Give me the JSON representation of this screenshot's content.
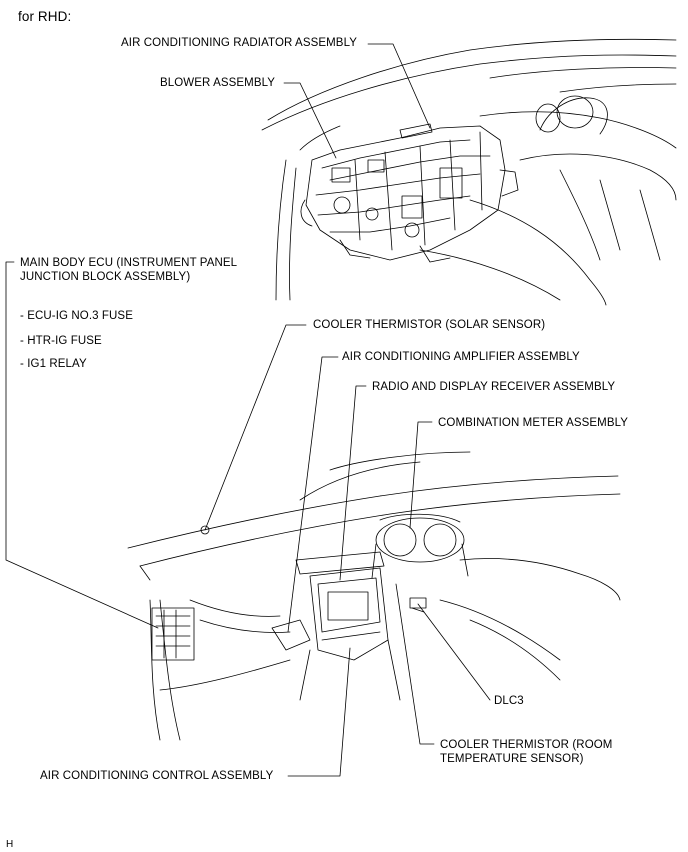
{
  "header": {
    "label": "for RHD:"
  },
  "labels": {
    "ac_radiator": "AIR CONDITIONING RADIATOR ASSEMBLY",
    "blower": "BLOWER ASSEMBLY",
    "main_body_ecu_l1": "MAIN BODY ECU (INSTRUMENT PANEL",
    "main_body_ecu_l2": "JUNCTION BLOCK ASSEMBLY)",
    "fuse_ecu_ig3": "- ECU-IG NO.3 FUSE",
    "fuse_htr_ig": "- HTR-IG FUSE",
    "ig1_relay": "- IG1 RELAY",
    "cooler_thermistor_solar": "COOLER THERMISTOR (SOLAR SENSOR)",
    "ac_amplifier": "AIR CONDITIONING AMPLIFIER ASSEMBLY",
    "radio_display": "RADIO AND DISPLAY RECEIVER ASSEMBLY",
    "combination_meter": "COMBINATION METER ASSEMBLY",
    "dlc3": "DLC3",
    "cooler_thermistor_room_l1": "COOLER THERMISTOR (ROOM",
    "cooler_thermistor_room_l2": "TEMPERATURE SENSOR)",
    "ac_control": "AIR CONDITIONING CONTROL ASSEMBLY"
  },
  "footer": {
    "code": "H"
  }
}
